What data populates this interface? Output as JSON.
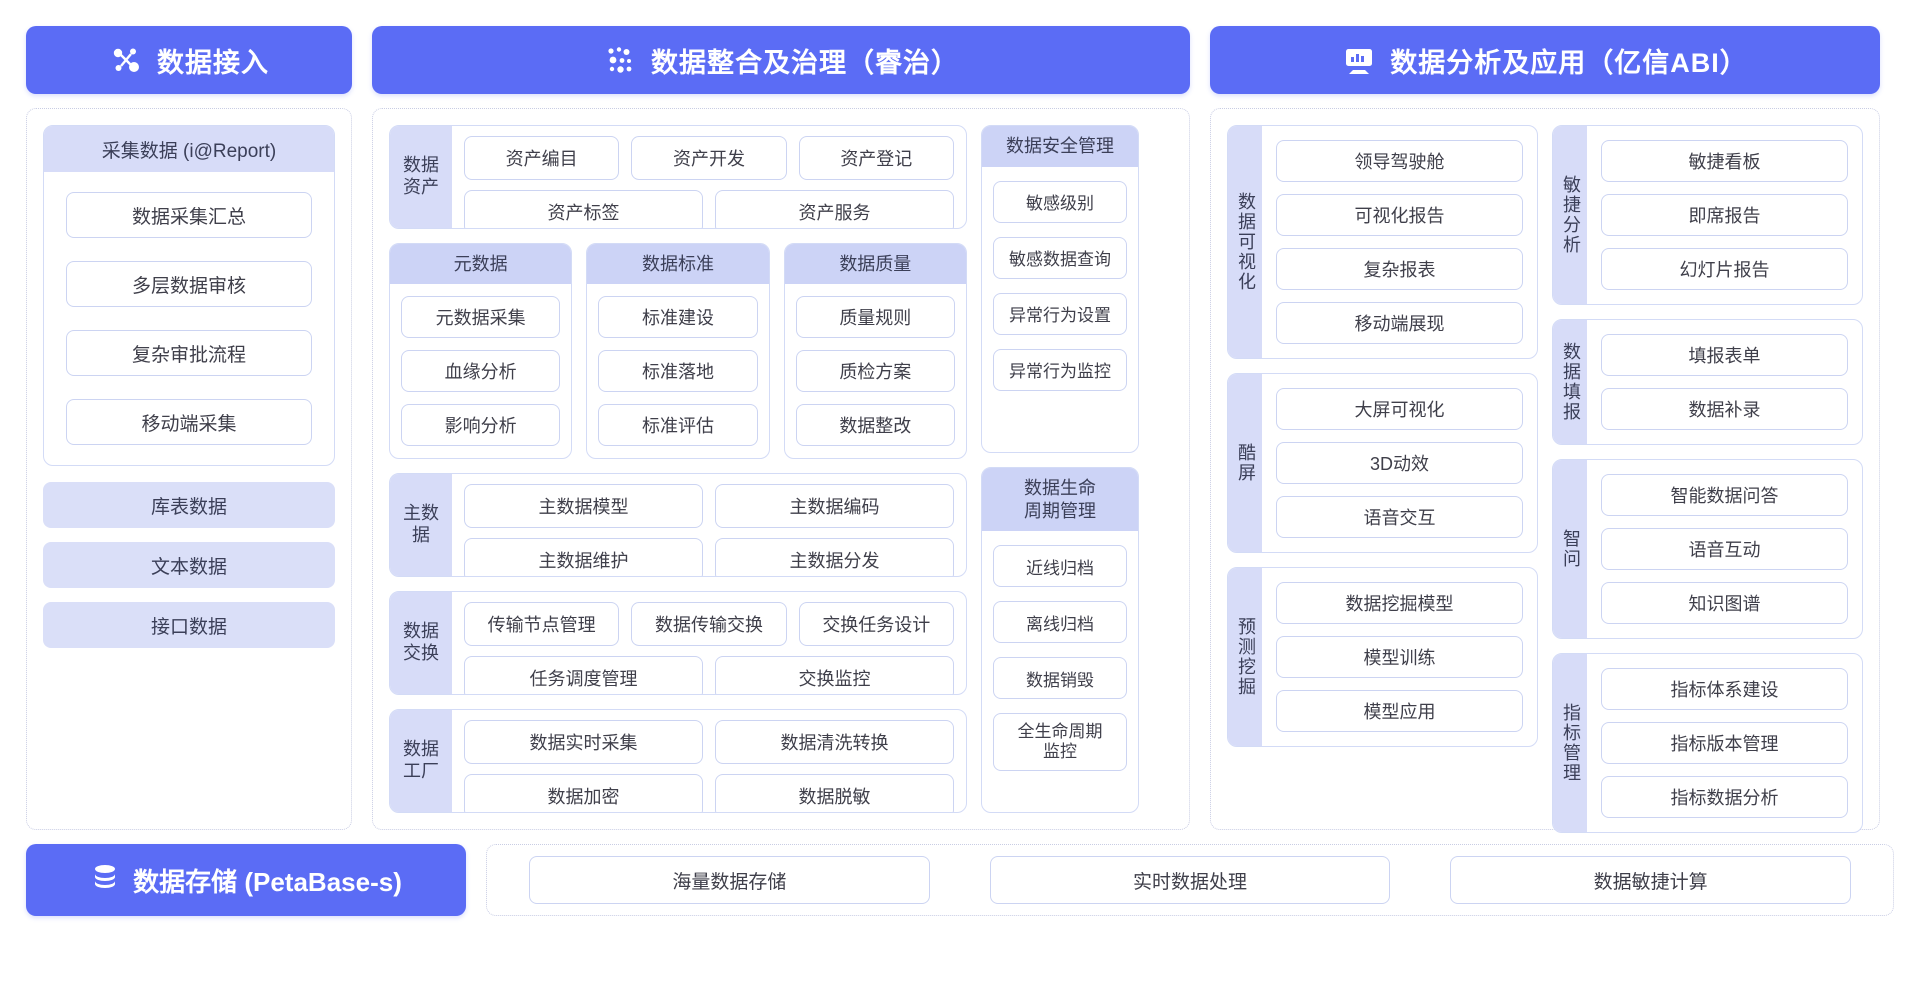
{
  "headers": [
    {
      "icon": "nodes-network-icon",
      "title": "数据接入"
    },
    {
      "icon": "data-dots-icon",
      "title": "数据整合及治理（睿治）"
    },
    {
      "icon": "monitor-chart-icon",
      "title": "数据分析及应用（亿信ABI）"
    }
  ],
  "column1": {
    "card": {
      "title": "采集数据 (i@Report)",
      "items": [
        "数据采集汇总",
        "多层数据审核",
        "复杂审批流程",
        "移动端采集"
      ]
    },
    "tail_items": [
      "库表数据",
      "文本数据",
      "接口数据"
    ]
  },
  "column2": {
    "asset": {
      "label": "数据\n资产",
      "row1": [
        "资产编目",
        "资产开发",
        "资产登记"
      ],
      "row2": [
        "资产标签",
        "资产服务"
      ]
    },
    "triple": [
      {
        "title": "元数据",
        "items": [
          "元数据采集",
          "血缘分析",
          "影响分析"
        ]
      },
      {
        "title": "数据标准",
        "items": [
          "标准建设",
          "标准落地",
          "标准评估"
        ]
      },
      {
        "title": "数据质量",
        "items": [
          "质量规则",
          "质检方案",
          "数据整改"
        ]
      }
    ],
    "master": {
      "label": "主数据",
      "row1": [
        "主数据模型",
        "主数据编码"
      ],
      "row2": [
        "主数据维护",
        "主数据分发"
      ]
    },
    "exchange": {
      "label": "数据\n交换",
      "row1": [
        "传输节点管理",
        "数据传输交换",
        "交换任务设计"
      ],
      "row2": [
        "任务调度管理",
        "交换监控"
      ]
    },
    "factory": {
      "label": "数据\n工厂",
      "row1": [
        "数据实时采集",
        "数据清洗转换"
      ],
      "row2": [
        "数据加密",
        "数据脱敏"
      ]
    },
    "security": {
      "title": "数据安全管理",
      "items": [
        "敏感级别",
        "敏感数据查询",
        "异常行为设置",
        "异常行为监控"
      ]
    },
    "lifecycle": {
      "title": "数据生命\n周期管理",
      "items": [
        "近线归档",
        "离线归档",
        "数据销毁",
        "全生命周期\n监控"
      ]
    }
  },
  "column3": {
    "left": [
      {
        "label": "数据可视化",
        "items": [
          "领导驾驶舱",
          "可视化报告",
          "复杂报表",
          "移动端展现"
        ]
      },
      {
        "label": "酷屏",
        "items": [
          "大屏可视化",
          "3D动效",
          "语音交互"
        ]
      },
      {
        "label": "预测挖掘",
        "items": [
          "数据挖掘模型",
          "模型训练",
          "模型应用"
        ]
      }
    ],
    "right": [
      {
        "label": "敏捷分析",
        "items": [
          "敏捷看板",
          "即席报告",
          "幻灯片报告"
        ]
      },
      {
        "label": "数据填报",
        "items": [
          "填报表单",
          "数据补录"
        ]
      },
      {
        "label": "智问",
        "items": [
          "智能数据问答",
          "语音互动",
          "知识图谱"
        ]
      },
      {
        "label": "指标管理",
        "items": [
          "指标体系建设",
          "指标版本管理",
          "指标数据分析"
        ]
      }
    ]
  },
  "bottom": {
    "icon": "database-stack-icon",
    "title": "数据存储 (PetaBase-s)",
    "items": [
      "海量数据存储",
      "实时数据处理",
      "数据敏捷计算"
    ]
  },
  "colors": {
    "brand": "#5b6cf5",
    "label_bg": "#d7dcf8",
    "pill_border": "#ccd4f2",
    "dotted_border": "#c9cde4"
  }
}
